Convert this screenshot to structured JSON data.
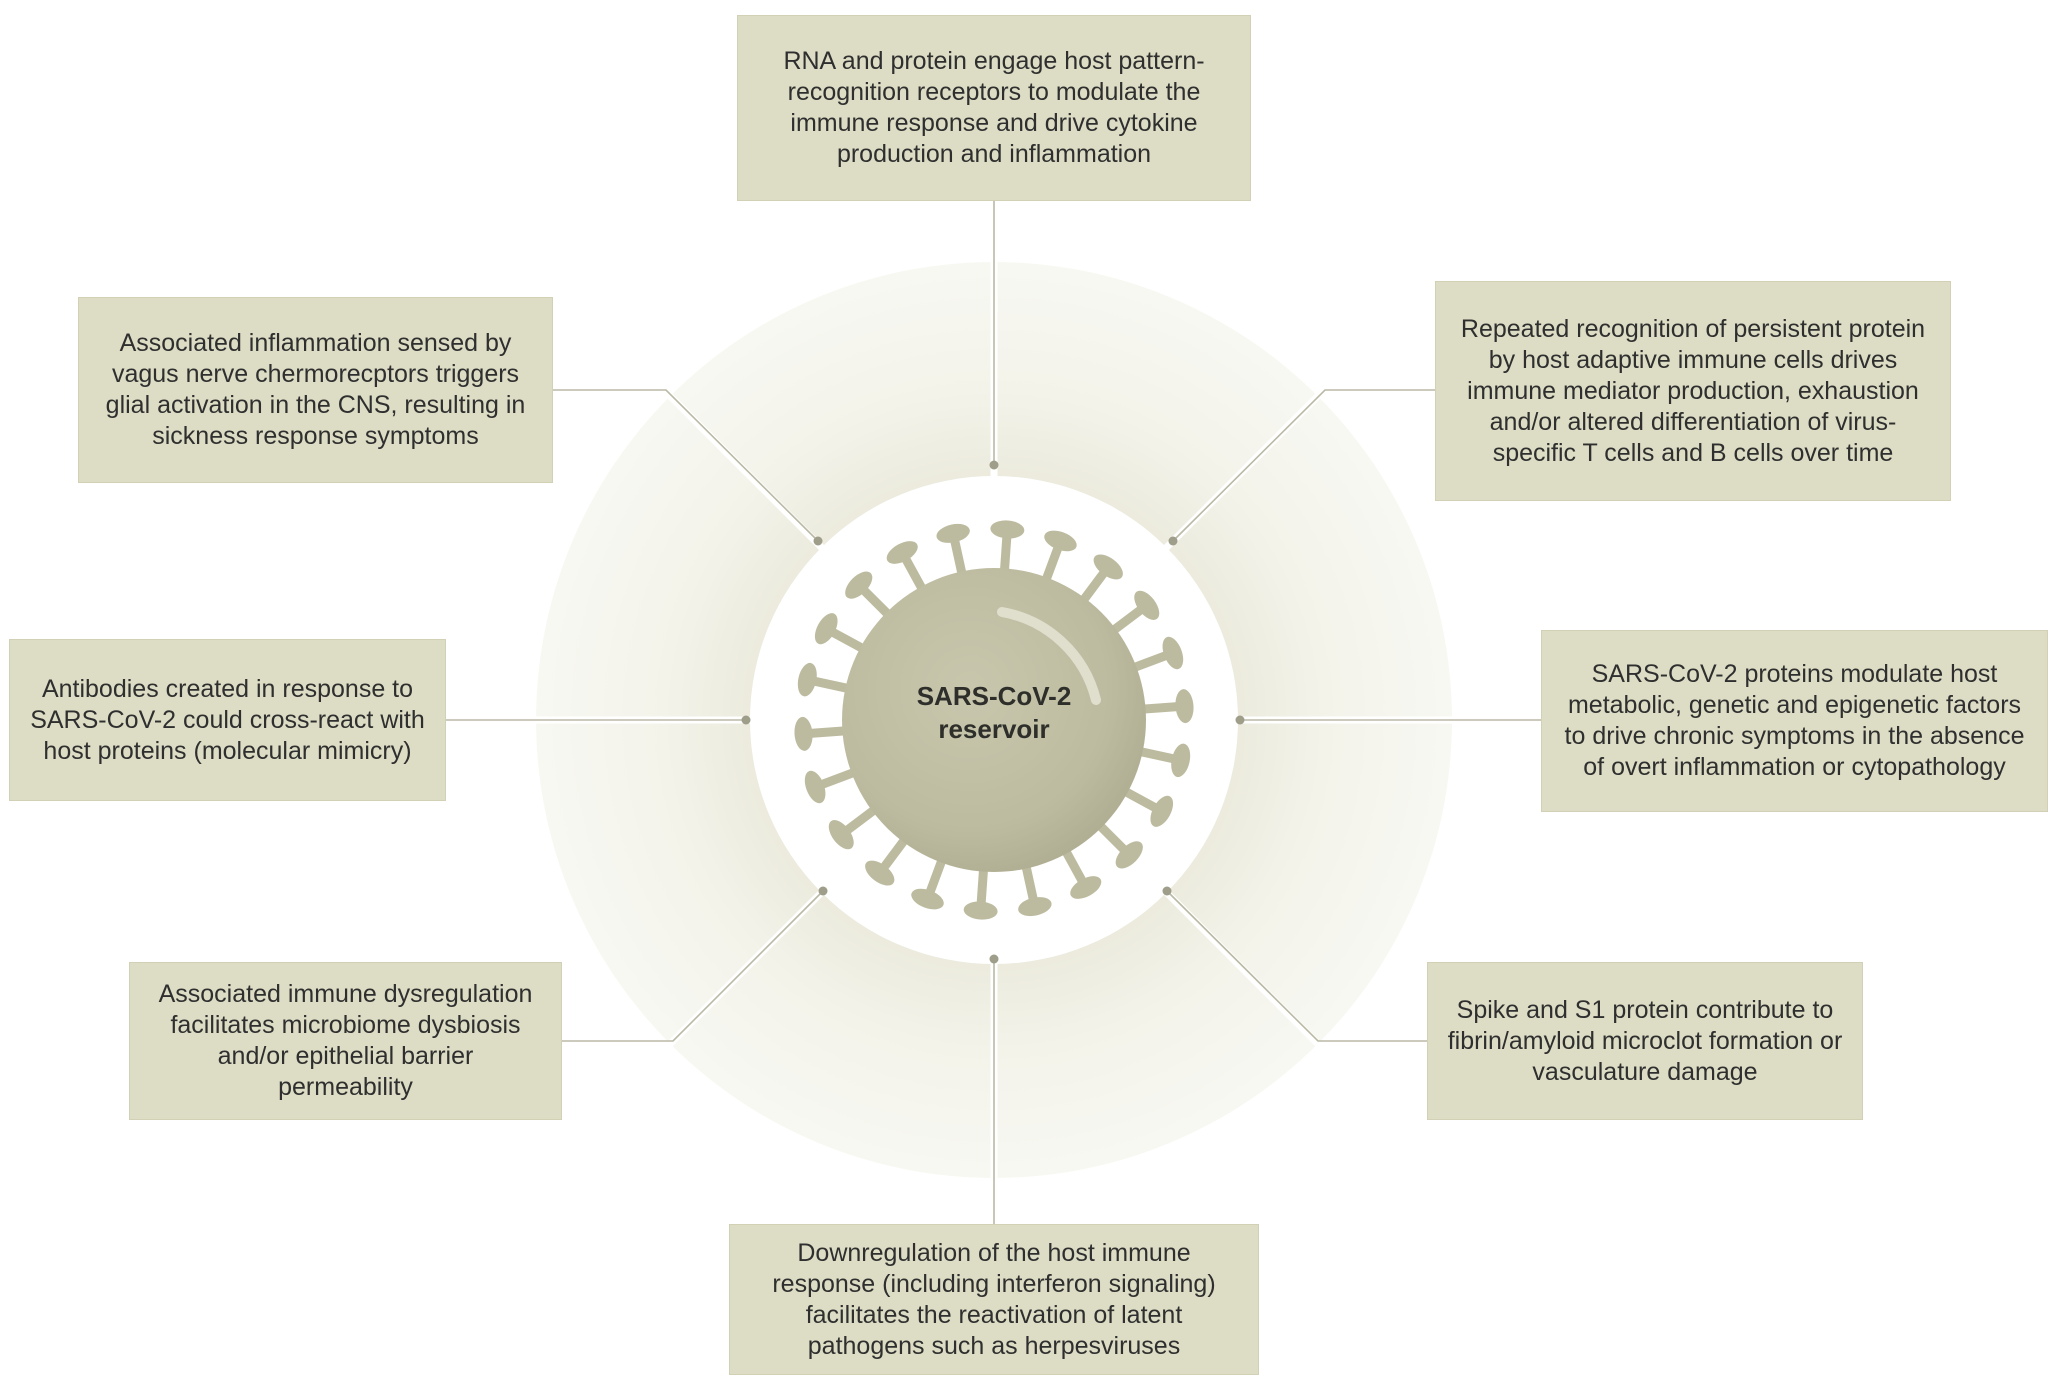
{
  "center": {
    "line1": "SARS-CoV-2",
    "line2": "reservoir"
  },
  "boxes": {
    "top": "RNA and protein engage host pattern-recognition receptors to modulate the immune response and drive cytokine production and inflammation",
    "upper_right": "Repeated recognition of persistent protein by host adaptive immune cells drives immune mediator production, exhaustion and/or altered differentiation of virus-specific T cells and B cells over time",
    "right": "SARS-CoV-2 proteins modulate host metabolic, genetic and epigenetic factors to drive chronic symptoms in the absence of overt inflammation or cytopathology",
    "lower_right": "Spike and S1 protein contribute to fibrin/amyloid microclot formation or vasculature damage",
    "bottom": "Downregulation of the host immune response (including interferon signaling) facilitates the reactivation of latent pathogens such as herpesviruses",
    "lower_left": "Associated immune dysregulation facilitates microbiome dysbiosis and/or epithelial barrier permeability",
    "left": "Antibodies created in response to SARS-CoV-2 could cross-react with host proteins (molecular mimicry)",
    "upper_left": "Associated inflammation sensed by vagus nerve chermorecptors triggers glial activation in the CNS, resulting in sickness response symptoms"
  },
  "colors": {
    "box_fill": "#dddcc4",
    "virus": "#bdbb9f",
    "ring_light": "#f6f6f0",
    "ring_dark": "#ebeadc",
    "connector": "#b9b8a4"
  },
  "icons": {
    "virus": "coronavirus-particle-icon"
  }
}
